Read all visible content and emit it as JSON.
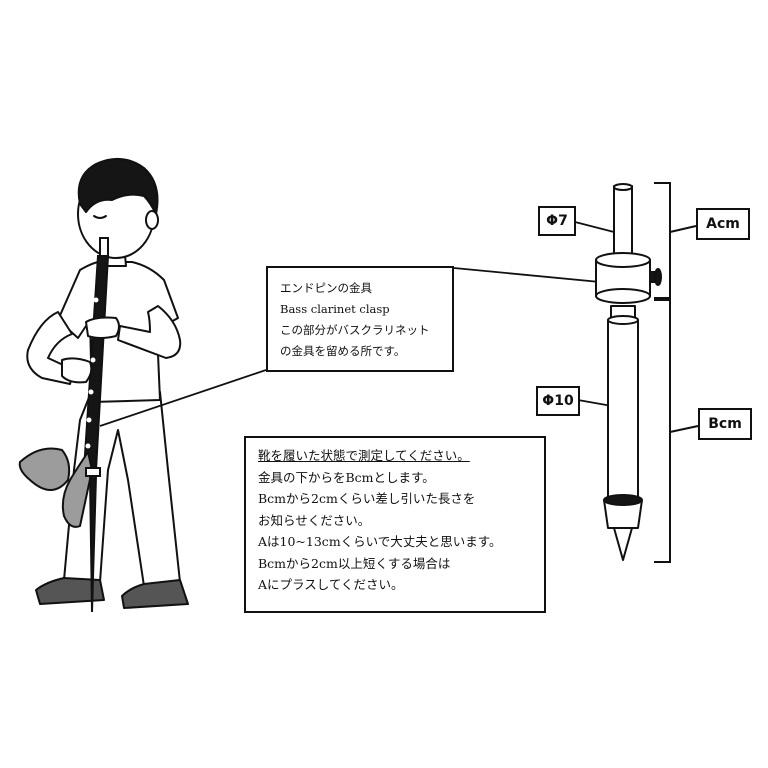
{
  "callout": {
    "lines": [
      "エンドピンの金具",
      "Bass clarinet clasp",
      "この部分がバスクラリネット",
      "の金具を留める所です。"
    ]
  },
  "instructions": {
    "lines": [
      "靴を履いた状態で測定してください。",
      "金具の下からをBcmとします。",
      "Bcmから2cmくらい差し引いた長さを",
      "お知らせください。",
      "Aは10~13cmくらいで大丈夫と思います。",
      "Bcmから2cm以上短くする場合は",
      "Aにプラスしてください。"
    ]
  },
  "labels": {
    "phi7": "Φ7",
    "phi10": "Φ10",
    "a": "Acm",
    "b": "Bcm"
  },
  "colors": {
    "sax_gold": "#9c9c9c",
    "shoe": "#555555",
    "hair": "#151515"
  }
}
